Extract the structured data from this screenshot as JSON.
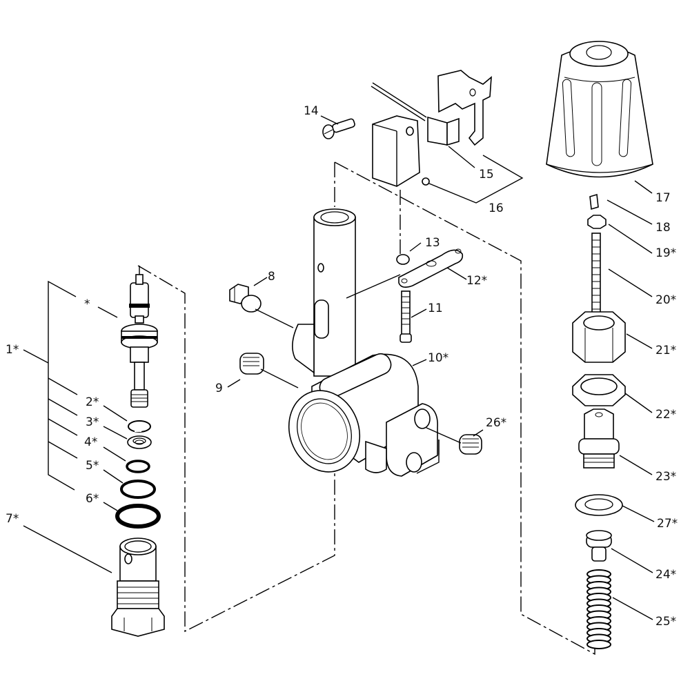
{
  "diagram": {
    "type": "exploded-parts-view",
    "subject": "unloader / pressure regulator valve assembly",
    "line_color": "#000000",
    "background": "#ffffff",
    "callouts": [
      {
        "id": "c1",
        "label": "1*"
      },
      {
        "id": "cstar",
        "label": "*"
      },
      {
        "id": "c2",
        "label": "2*"
      },
      {
        "id": "c3",
        "label": "3*"
      },
      {
        "id": "c4",
        "label": "4*"
      },
      {
        "id": "c5",
        "label": "5*"
      },
      {
        "id": "c6",
        "label": "6*"
      },
      {
        "id": "c7",
        "label": "7*"
      },
      {
        "id": "c8",
        "label": "8"
      },
      {
        "id": "c9",
        "label": "9"
      },
      {
        "id": "c10",
        "label": "10*"
      },
      {
        "id": "c11",
        "label": "11"
      },
      {
        "id": "c12",
        "label": "12*"
      },
      {
        "id": "c13",
        "label": "13"
      },
      {
        "id": "c14",
        "label": "14"
      },
      {
        "id": "c15",
        "label": "15"
      },
      {
        "id": "c16",
        "label": "16"
      },
      {
        "id": "c17",
        "label": "17"
      },
      {
        "id": "c18",
        "label": "18"
      },
      {
        "id": "c19",
        "label": "19*"
      },
      {
        "id": "c20",
        "label": "20*"
      },
      {
        "id": "c21",
        "label": "21*"
      },
      {
        "id": "c22",
        "label": "22*"
      },
      {
        "id": "c23",
        "label": "23*"
      },
      {
        "id": "c24",
        "label": "24*"
      },
      {
        "id": "c25",
        "label": "25*"
      },
      {
        "id": "c26",
        "label": "26*"
      },
      {
        "id": "c27",
        "label": "27*"
      }
    ]
  }
}
